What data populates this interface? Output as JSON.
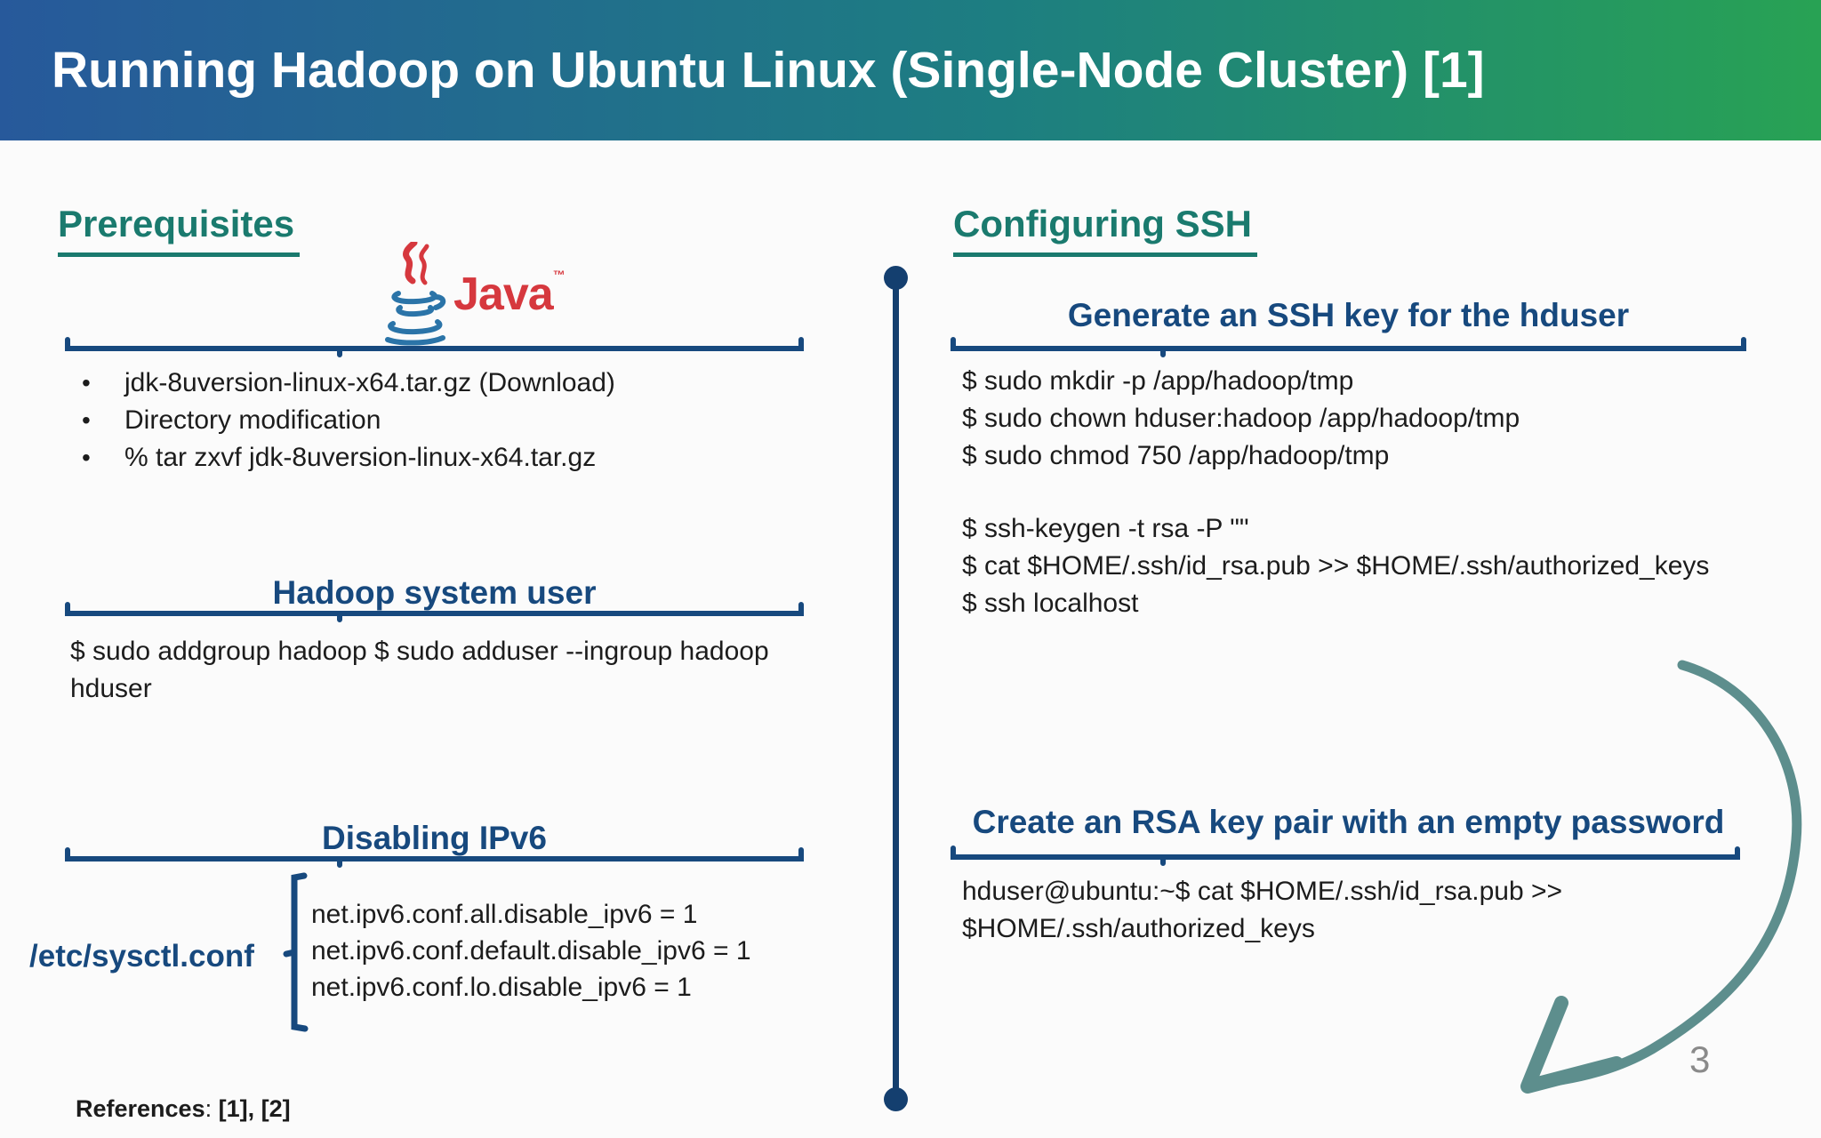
{
  "slide": {
    "title": "Running Hadoop on Ubuntu Linux (Single-Node Cluster) [1]",
    "page_number": "3",
    "references": {
      "label": "References",
      "colon": ": ",
      "items": "[1], [2]"
    }
  },
  "left": {
    "heading": "Prerequisites",
    "java_logo_label": "Java",
    "java_trademark": "™",
    "bullets": [
      "jdk-8uversion-linux-x64.tar.gz (Download)",
      "Directory modification",
      "% tar zxvf jdk-8uversion-linux-x64.tar.gz"
    ],
    "hadoop_user": {
      "heading": "Hadoop system user",
      "command": "$ sudo addgroup hadoop $ sudo adduser --ingroup hadoop hduser"
    },
    "ipv6": {
      "heading": "Disabling IPv6",
      "file_label": "/etc/sysctl.conf",
      "config_lines": [
        "net.ipv6.conf.all.disable_ipv6 = 1",
        "net.ipv6.conf.default.disable_ipv6 = 1",
        "net.ipv6.conf.lo.disable_ipv6 = 1"
      ]
    }
  },
  "right": {
    "heading": "Configuring SSH",
    "ssh_key": {
      "heading": "Generate an SSH key for the hduser",
      "commands_group1": [
        "$ sudo mkdir -p /app/hadoop/tmp",
        "$ sudo chown hduser:hadoop /app/hadoop/tmp",
        "$ sudo chmod 750 /app/hadoop/tmp"
      ],
      "commands_group2": [
        "$ ssh-keygen -t rsa -P \"\"",
        "$ cat $HOME/.ssh/id_rsa.pub >> $HOME/.ssh/authorized_keys",
        "$ ssh localhost"
      ]
    },
    "rsa": {
      "heading": "Create an RSA key pair  with an empty password",
      "command_lines": [
        "hduser@ubuntu:~$ cat $HOME/.ssh/id_rsa.pub >>",
        "$HOME/.ssh/authorized_keys"
      ]
    }
  },
  "colors": {
    "header_gradient_start": "#27599b",
    "header_gradient_mid": "#1d7e81",
    "header_gradient_end": "#28a254",
    "teal_heading": "#1a7a6e",
    "navy": "#17497e",
    "navy_dark": "#143f6f",
    "body_text": "#1c1c1c",
    "arrow": "#5d8e8d",
    "page_number": "#8a8a8a",
    "java_red": "#d6383e",
    "java_blue": "#2b74a8",
    "background": "#fbfbfb"
  }
}
